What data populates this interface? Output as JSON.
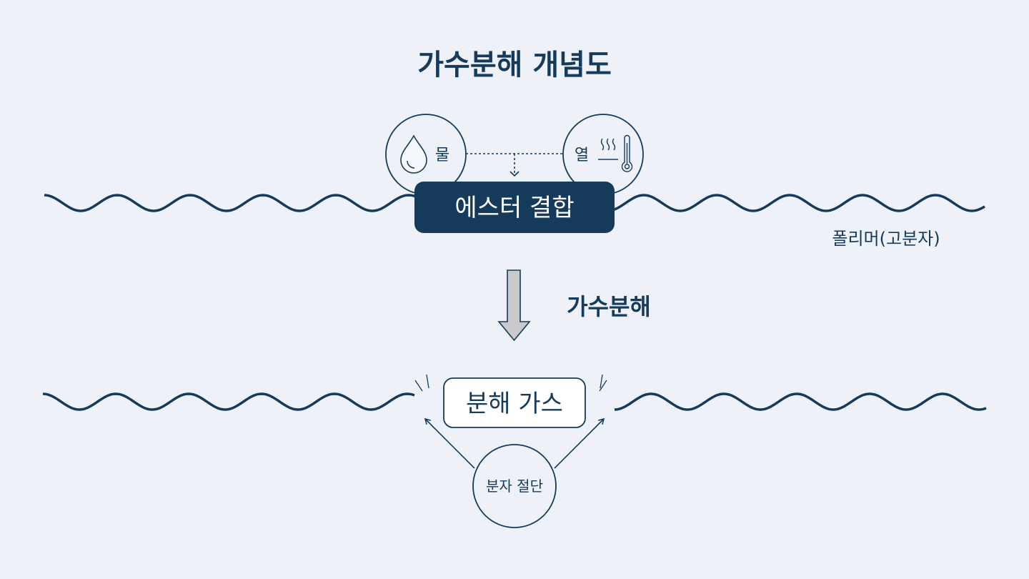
{
  "title": "가수분해 개념도",
  "inputs": {
    "water": "물",
    "heat": "열"
  },
  "bond_label": "에스터 결합",
  "polymer_label": "폴리머(고분자)",
  "process_label": "가수분해",
  "product_label": "분해 가스",
  "cleavage_label": "분자 절단",
  "colors": {
    "background": "#eef2f8",
    "primary": "#163a5a",
    "arrow_fill": "#c8cacc"
  }
}
